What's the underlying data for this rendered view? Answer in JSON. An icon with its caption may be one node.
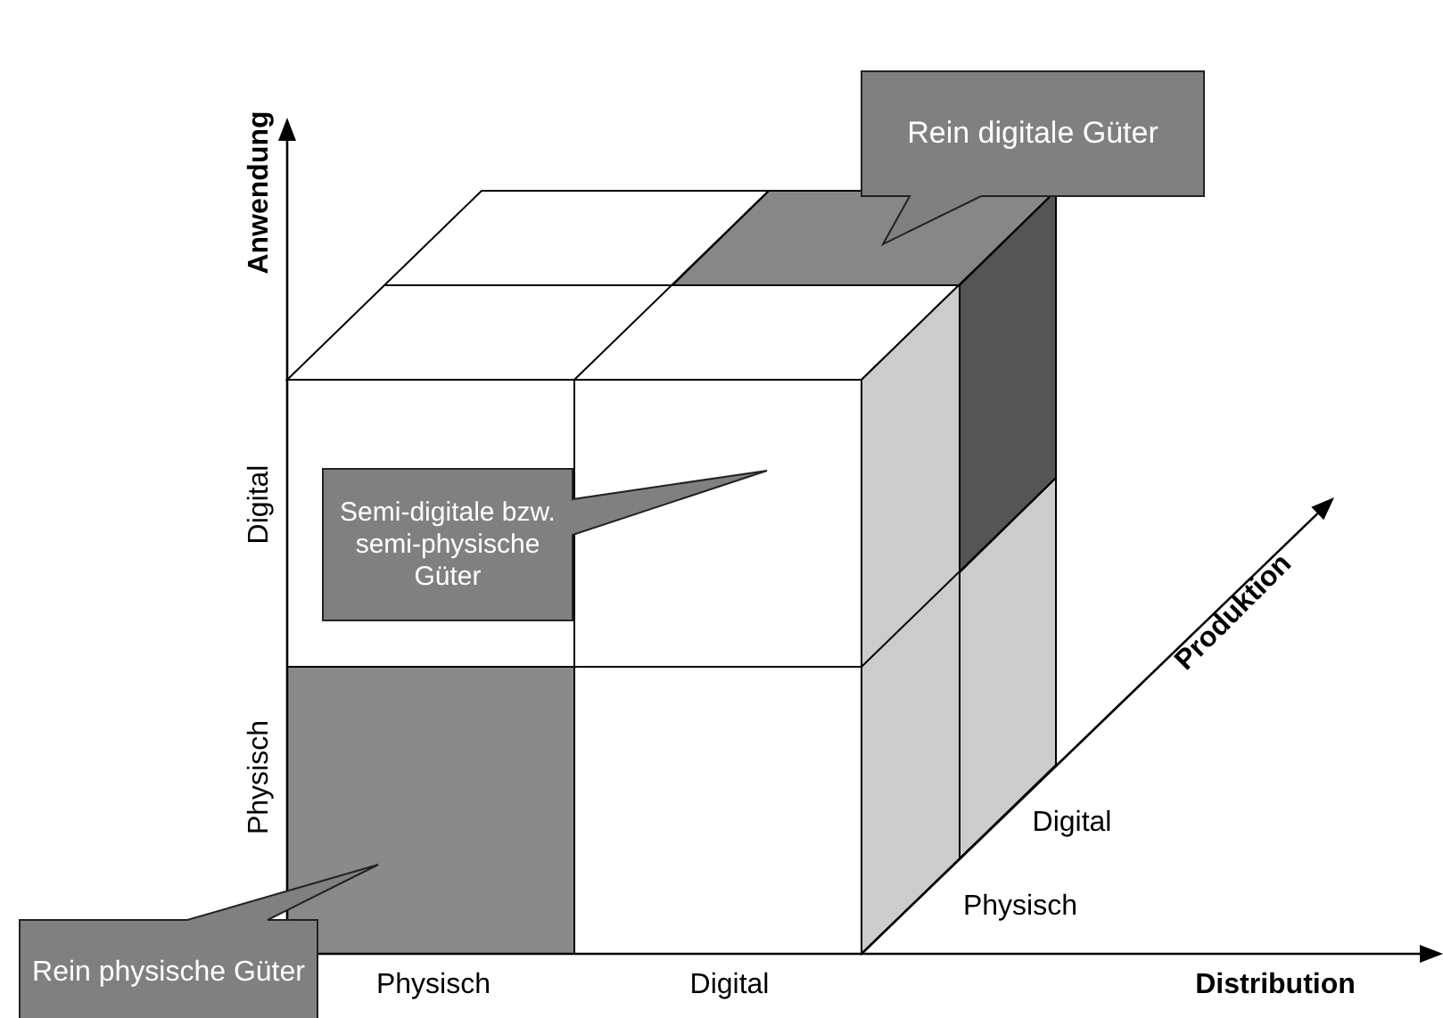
{
  "diagram": {
    "nodes": [
      {
        "text": [
          "Rein digitale Güter"
        ]
      },
      {
        "text": [
          "Semi-digitale bzw. semi-physische Güter"
        ]
      },
      {
        "text": [
          "Rein physische Güter"
        ]
      }
    ],
    "labels": [
      "Anwendung",
      "Digital",
      "Produktion",
      "Physisch",
      "Digital",
      "Physisch",
      "Physisch",
      "Digital",
      "Distribution"
    ]
  }
}
